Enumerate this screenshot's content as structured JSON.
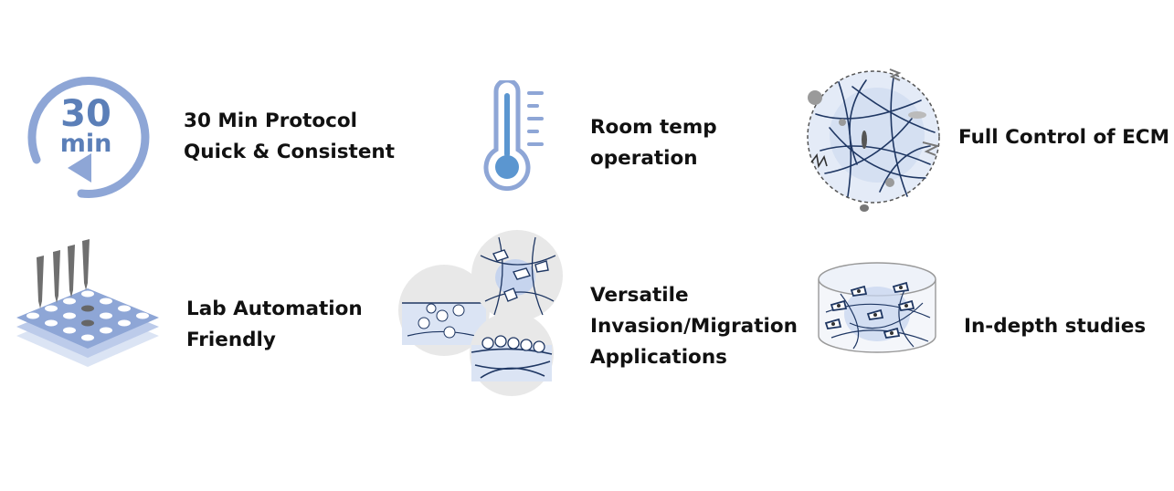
{
  "colors": {
    "accent_blue": "#8ea6d6",
    "deep_blue": "#5b7fb8",
    "light_blue": "#dbe4f4",
    "fiber_navy": "#1f3763",
    "gray": "#8c8c8c",
    "text": "#111111"
  },
  "features": [
    {
      "icon": "clock-30-min-icon",
      "icon_text": [
        "30",
        "min"
      ],
      "lines": [
        "30 Min Protocol",
        "Quick & Consistent"
      ]
    },
    {
      "icon": "thermometer-icon",
      "lines": [
        "Room temp",
        "operation"
      ]
    },
    {
      "icon": "ecm-sphere-icon",
      "lines": [
        "Full Control of ECM"
      ]
    },
    {
      "icon": "well-plate-pipettes-icon",
      "lines": [
        "Lab Automation",
        "Friendly"
      ]
    },
    {
      "icon": "cell-invasion-circles-icon",
      "lines": [
        "Versatile",
        "Invasion/Migration",
        "Applications"
      ]
    },
    {
      "icon": "3d-culture-dish-icon",
      "lines": [
        "In-depth studies"
      ]
    }
  ]
}
